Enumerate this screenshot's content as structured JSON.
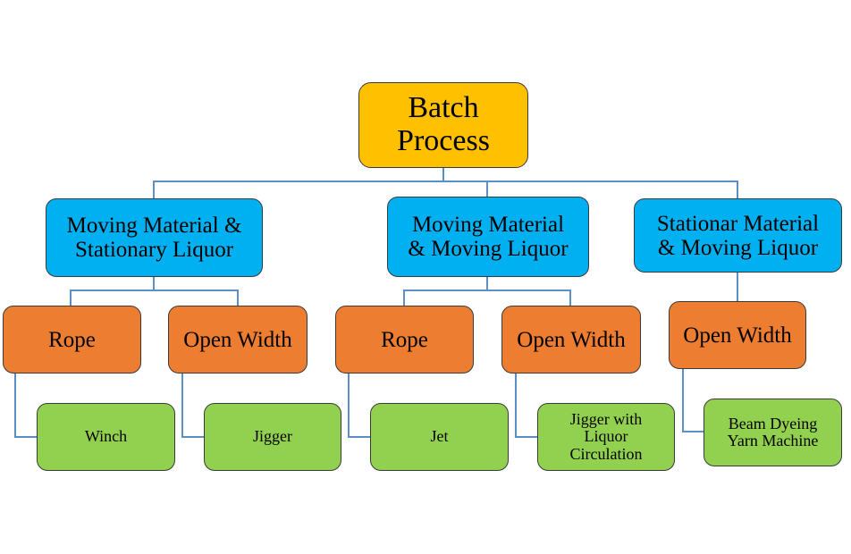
{
  "root": {
    "label": "Batch\nProcess"
  },
  "categories": [
    {
      "label": "Moving Material &\nStationary Liquor"
    },
    {
      "label": "Moving Material\n& Moving Liquor"
    },
    {
      "label": "Stationar Material\n& Moving Liquor"
    }
  ],
  "modes": [
    {
      "label": "Rope"
    },
    {
      "label": "Open Width"
    },
    {
      "label": "Rope"
    },
    {
      "label": "Open Width"
    },
    {
      "label": "Open Width"
    }
  ],
  "machines": [
    {
      "label": "Winch"
    },
    {
      "label": "Jigger"
    },
    {
      "label": "Jet"
    },
    {
      "label": "Jigger with\nLiquor\nCirculation"
    },
    {
      "label": "Beam Dyeing\nYarn Machine"
    }
  ],
  "colors": {
    "root": "#ffc000",
    "category": "#00b0f0",
    "mode": "#ed7d31",
    "machine": "#92d050",
    "connector": "#5b8fc7"
  }
}
